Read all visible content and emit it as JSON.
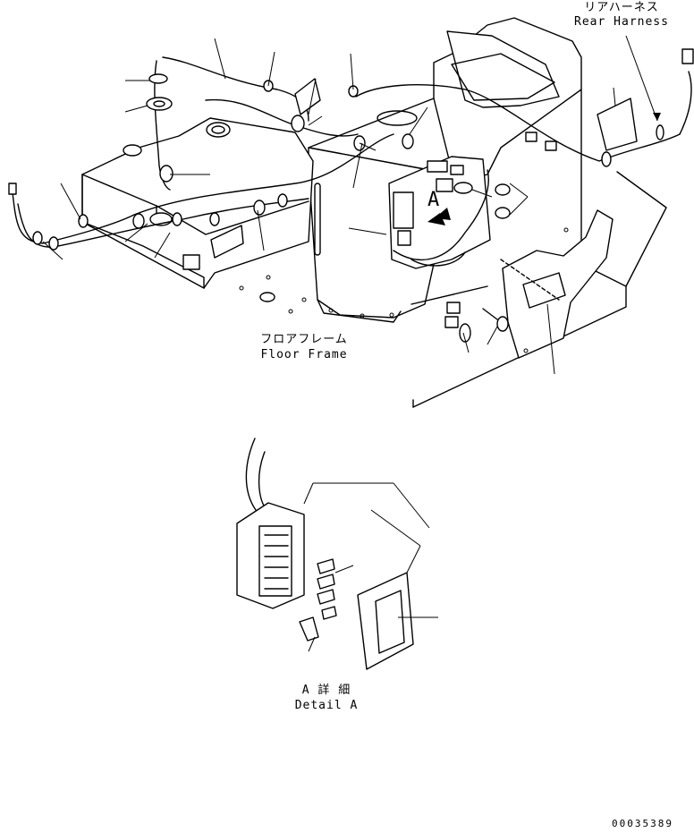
{
  "labels": {
    "rear_harness_jp": "リアハーネス",
    "rear_harness_en": "Rear Harness",
    "floor_frame_jp": "フロアフレーム",
    "floor_frame_en": "Floor Frame",
    "detail_a_jp": "A 詳 細",
    "detail_a_en": "Detail A",
    "view_marker": "A",
    "drawing_number": "00035389"
  }
}
